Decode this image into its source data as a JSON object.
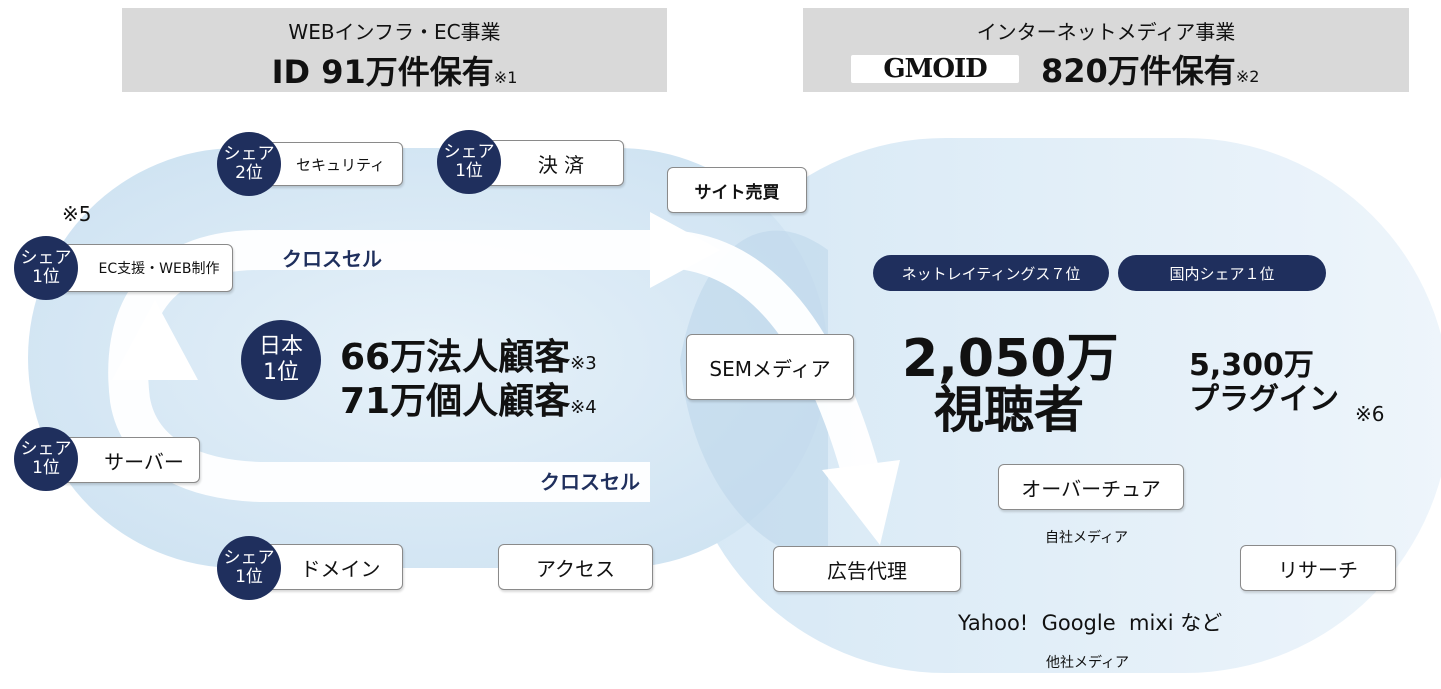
{
  "header_left": {
    "subtitle": "WEBインフラ・EC事業",
    "title": "ID 91万件保有",
    "note": "※1"
  },
  "header_right": {
    "subtitle": "インターネットメディア事業",
    "logo_text": "GMOID",
    "title": "820万件保有",
    "note": "※2"
  },
  "left_ring": {
    "items": {
      "security": {
        "badge": [
          "シェア",
          "2位"
        ],
        "label": "セキュリティ"
      },
      "payment": {
        "badge": [
          "シェア",
          "1位"
        ],
        "label": "決 済"
      },
      "ec": {
        "badge": [
          "シェア",
          "1位"
        ],
        "label": "EC支援・WEB制作",
        "note": "※5"
      },
      "server": {
        "badge": [
          "シェア",
          "1位"
        ],
        "label": "サーバー"
      },
      "domain": {
        "badge": [
          "シェア",
          "1位"
        ],
        "label": "ドメイン"
      },
      "access": {
        "label": "アクセス"
      }
    },
    "crosssell_top": "クロスセル",
    "crosssell_bottom": "クロスセル",
    "center_badge": [
      "日本",
      "1位"
    ],
    "corp_customers": "66万法人顧客",
    "corp_note": "※3",
    "indiv_customers": "71万個人顧客",
    "indiv_note": "※4"
  },
  "middle": {
    "site_trade": "サイト売買",
    "sem_media": "SEMメディア"
  },
  "right_ring": {
    "pill_rating": "ネットレイティングス７位",
    "pill_share": "国内シェア１位",
    "viewers_number": "2,050万",
    "viewers_label": "視聴者",
    "plugins_number": "5,300万",
    "plugins_label": "プラグイン",
    "note6": "※6",
    "ovature": "オーバーチュア",
    "own_media": "自社メディア",
    "ad_agency": "広告代理",
    "research": "リサーチ",
    "other_media_names": "Yahoo!  Google  mixi など",
    "other_media": "他社メディア"
  },
  "colors": {
    "navy": "#1f2f5d",
    "ring_light": "#d9eaf6",
    "arrow_white": "#ffffff",
    "header_gray": "#d9d9d9"
  }
}
